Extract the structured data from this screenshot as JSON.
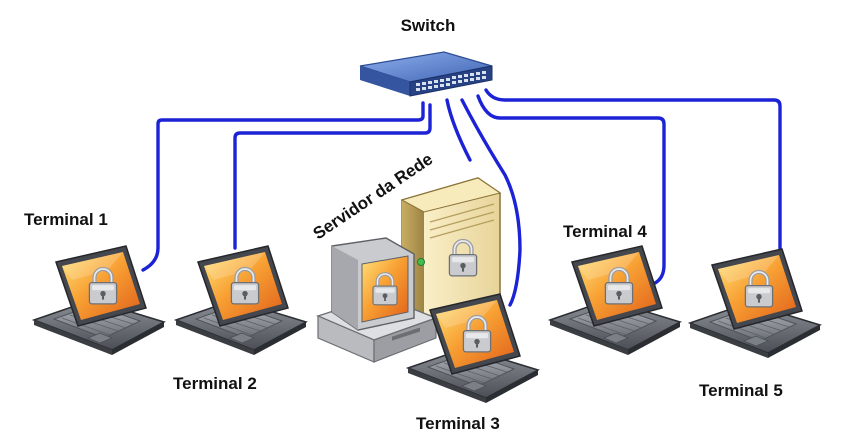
{
  "colors": {
    "cable": "#1c22d6",
    "screen_orange": "#f07a1e",
    "screen_yellow": "#ffd24a",
    "laptop_body": "#5b5f66",
    "laptop_dark": "#33363b",
    "switch_blue": "#3f66b8",
    "server_beige": "#e8d9a6"
  },
  "labels": {
    "switch": "Switch",
    "server": "Servidor da Rede",
    "terminal_1": "Terminal 1",
    "terminal_2": "Terminal 2",
    "terminal_3": "Terminal 3",
    "terminal_4": "Terminal 4",
    "terminal_5": "Terminal 5"
  },
  "icons": {
    "switch": "network-switch-icon",
    "server": "server-tower-icon",
    "workstation": "desktop-computer-icon",
    "terminal": "laptop-icon",
    "lock": "padlock-icon"
  }
}
